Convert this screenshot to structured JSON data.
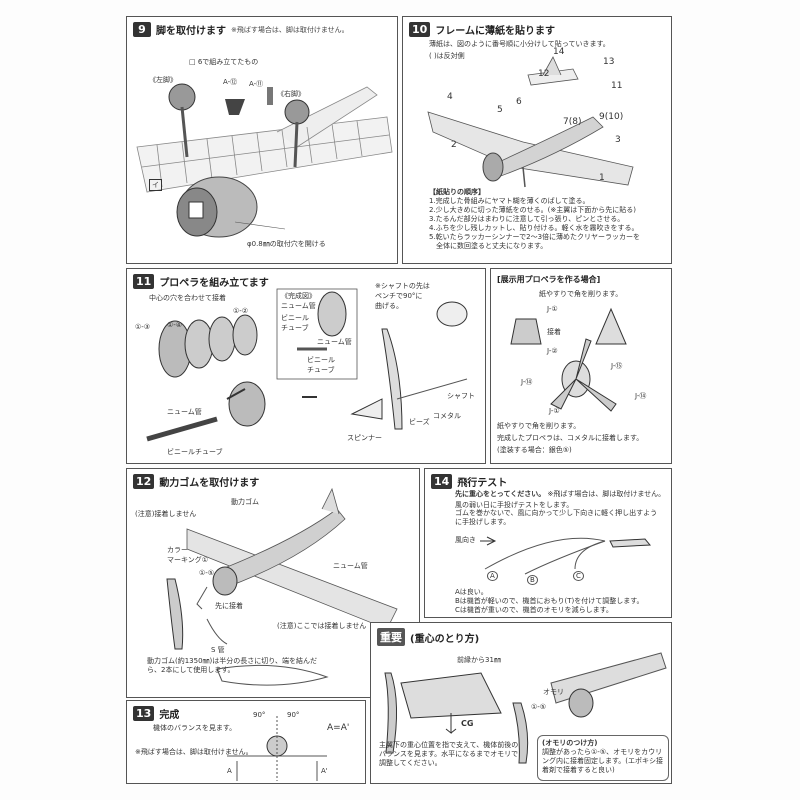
{
  "s9": {
    "num": "9",
    "title": "脚を取付けます",
    "note": "※飛ばす場合は、脚は取付けません。",
    "labels": {
      "sq6": "□ 6で組み立てたもの",
      "left_leg": "《左脚》",
      "right_leg": "《右脚》",
      "a12": "A-⑫",
      "a11": "A-⑪",
      "i": "イ",
      "hole": "φ0.8㎜の取付穴を開ける"
    }
  },
  "s10": {
    "num": "10",
    "title": "フレームに薄紙を貼ります",
    "sub1": "薄紙は、図のように番号順に小分けして貼っていきます。",
    "sub2": "( )は反対側",
    "nums": [
      "14",
      "13",
      "12",
      "11",
      "4",
      "6",
      "5",
      "9(10)",
      "7(8)",
      "2",
      "3",
      "1"
    ],
    "order_title": "【紙貼りの順序】",
    "steps": [
      "1.完成した骨組みにヤマト糊を薄くのばして塗る。",
      "2.少し大きめに切った薄紙をのせる。(※主翼は下面から先に貼る)",
      "3.たるんだ部分はまわりに注意して引っ張り、ピンとさせる。",
      "4.ふちを少し残しカットし、貼り付ける。軽く水を霧吹きをする。",
      "5.乾いたらラッカーシンナーで2～3倍に薄めたクリヤーラッカーを",
      "　全体に数回塗ると丈夫になります。"
    ]
  },
  "s11": {
    "num": "11",
    "title": "プロペラを組み立てます",
    "sub": "中心の穴を合わせて接着",
    "labels": {
      "i3": "①-③",
      "i4": "①-④",
      "i2": "①-②",
      "nyu": "ニューム管",
      "vinyl": "ビニールチューブ",
      "done": "《完成図》",
      "done_nyu": "ニューム管",
      "done_vinyl": "ビニール\nチューブ",
      "done_nyu2": "ニューム管",
      "done_vinyl2": "ビニール\nチューブ",
      "shaft_note": "※シャフトの先は\nペンチで90°に\n曲げる。",
      "shaft": "シャフト",
      "beads": "ビーズ",
      "comet": "コメタル",
      "spinner": "スピンナー"
    }
  },
  "s11b": {
    "title": "[展示用プロペラを作る場合]",
    "l1": "紙やすりで角を削ります。",
    "labels": {
      "j1": "J-①",
      "glue": "接着",
      "j2": "J-②",
      "j15": "J-⑮",
      "j14": "J-⑭",
      "j14b": "J-⑭",
      "j1b": "J-①"
    },
    "l2": "紙やすりで角を削ります。",
    "l3": "完成したプロペラは、コメタルに接着します。",
    "l4": "(塗装する場合：銀色⑤)"
  },
  "s12": {
    "num": "12",
    "title": "動力ゴムを取付けます",
    "labels": {
      "rubber": "動力ゴム",
      "caution1": "(注意)接着しません",
      "color": "カラー\nマーキング①",
      "i5": "①-⑤",
      "glue_first": "先に接着",
      "caution2": "(注意)ここでは接着しません",
      "nyu": "ニューム管",
      "s_hook": "S 管"
    },
    "rubber_note": "動力ゴム(約1350㎜)は半分の長さに切り、端を結んだら、2本にして使用します。"
  },
  "s13": {
    "num": "13",
    "title": "完成",
    "sub": "機体のバランスを見ます。",
    "note": "※飛ばす場合は、脚は取付けません。",
    "labels": {
      "ang1": "90°",
      "ang2": "90°",
      "eq": "A=A'",
      "a": "A",
      "ap": "A'"
    }
  },
  "s14": {
    "num": "14",
    "title": "飛行テスト",
    "t1": "先に重心をとってください。",
    "t1n": "※飛ばす場合は、脚は取付けません。",
    "t2": "風の弱い日に手投げテストをします。",
    "t3": "ゴムを巻かないで、風に向かって少し下向きに軽く押し出すように手投げします。",
    "wind": "風向き",
    "abc": [
      "A",
      "B",
      "C"
    ],
    "r1": "Aは良い。",
    "r2": "Bは機首が軽いので、機首におもり(T)を付けて調整します。",
    "r3": "Cは機首が重いので、機首のオモリを減らします。"
  },
  "imp": {
    "tag": "重要",
    "title": "(重心のとり方)",
    "labels": {
      "front": "前縁から31㎜",
      "cg": "CG",
      "omori": "オモリ",
      "i5": "①-⑤"
    },
    "desc": "主翼下の重心位置を指で支えて、機体前後のバランスを見ます。水平になるまでオモリで調整してください。",
    "omori_title": "(オモリのつけ方)",
    "omori_desc": "調整があったら①-⑤、オモリをカウリング内に接着固定します。(エポキシ接着剤で接着すると良い)"
  }
}
